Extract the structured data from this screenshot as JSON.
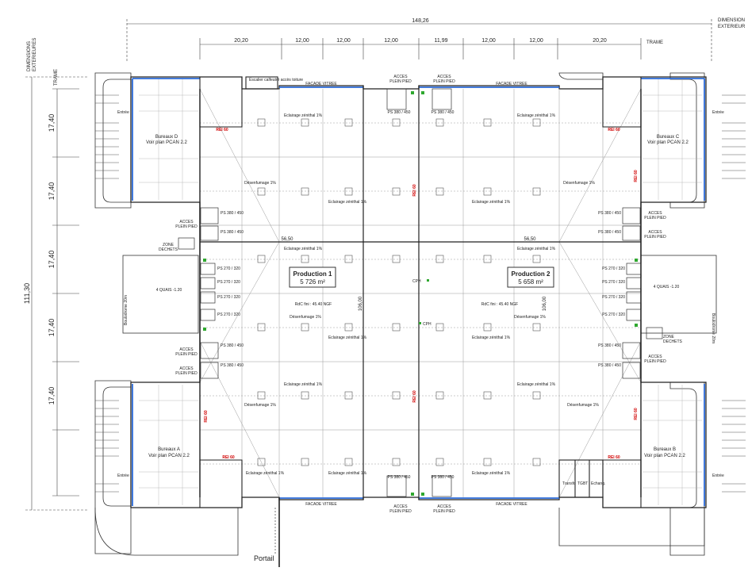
{
  "dimensions": {
    "total_width": "148,26",
    "exterior_label_line1": "DIMENSIONS",
    "exterior_label_line2": "EXTERIEURES",
    "exterior_label_right_line1": "DIMENSION",
    "exterior_label_right_line2": "EXTERIEUR",
    "trame_label": "TRAME",
    "trame_spans": [
      "20,20",
      "12,00",
      "12,00",
      "12,00",
      "11,99",
      "12,00",
      "12,00",
      "20,20"
    ],
    "total_height": "111,30",
    "vertical_spans": [
      "17,40",
      "17,40",
      "17,40",
      "17,40",
      "17,40"
    ],
    "inner_span_left": "56,50",
    "inner_span_right": "56,50",
    "depth_left": "106,00",
    "depth_right": "106,00"
  },
  "zones": {
    "production_1": {
      "name": "Production 1",
      "area": "5 726 m²"
    },
    "production_2": {
      "name": "Production 2",
      "area": "5 658 m²"
    },
    "bureaux_a": {
      "name": "Bureaux A",
      "ref": "Voir plan PCAN 2.2"
    },
    "bureaux_b": {
      "name": "Bureaux B",
      "ref": "Voir plan PCAN 2.2"
    },
    "bureaux_c": {
      "name": "Bureaux C",
      "ref": "Voir plan PCAN 2.2"
    },
    "bureaux_d": {
      "name": "Bureaux D",
      "ref": "Voir plan PCAN 2.2"
    }
  },
  "labels": {
    "facade": "FACADE VITREE",
    "eclairage": "Eclairage zénithal 1%",
    "desenfumage": "Désenfumage 1%",
    "rei": "REI 60",
    "acces_line1": "ACCES",
    "acces_line2": "PLEIN PIED",
    "pf_large": "PS 380 / 450",
    "pf_small": "PS 270 / 320",
    "quais": "4 QUAIS -1.20",
    "zone_dechets_line1": "ZONE",
    "zone_dechets_line2": "DECHETS",
    "entree": "Entrée",
    "rdc": "RdC fini : 45.40 NGF",
    "cph": "CPH",
    "escalier": "Escalier calfeutré accès toiture",
    "portail": "Portail",
    "boulodrome_left": "Boulodrome 20m",
    "boulodrome_right": "Boulodrome 20m",
    "transfo": "Transfo",
    "tgbt": "TGBT",
    "sprinklage": "Echang."
  },
  "colors": {
    "line": "#333333",
    "grid": "#9a9a9a",
    "facade": "#2a6ad8",
    "rei": "#d10000",
    "marker": "#2fa82f"
  }
}
